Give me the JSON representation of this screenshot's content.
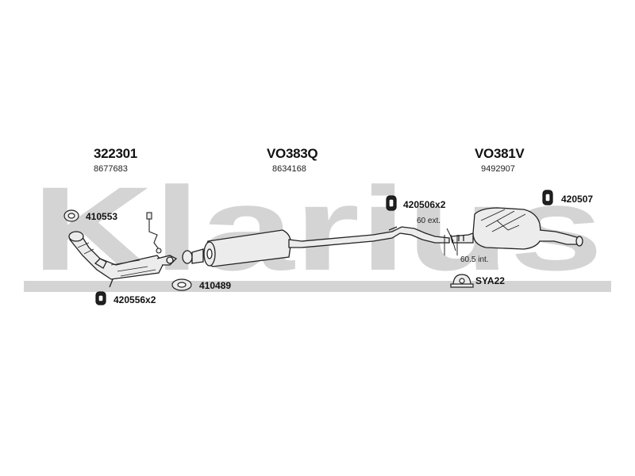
{
  "watermark": {
    "text": "Klarius",
    "color": "#d4d4d4"
  },
  "parts": [
    {
      "id": "322301",
      "sub": "8677683"
    },
    {
      "id": "VO383Q",
      "sub": "8634168"
    },
    {
      "id": "VO381V",
      "sub": "9492907"
    }
  ],
  "accessories": [
    {
      "code": "410553",
      "icon": "gasket-ring-icon"
    },
    {
      "code": "410489",
      "icon": "flange-gasket-icon"
    },
    {
      "code": "420556x2",
      "icon": "rubber-hanger-icon"
    },
    {
      "code": "420506x2",
      "icon": "rubber-hanger-icon"
    },
    {
      "code": "420507",
      "icon": "rubber-hanger-icon"
    },
    {
      "code": "SYA22",
      "icon": "clamp-icon"
    }
  ],
  "dimensions": {
    "ext": "60 ext.",
    "int": "60.5 int."
  },
  "colors": {
    "pipe_fill": "#ececec",
    "stroke": "#222222"
  }
}
